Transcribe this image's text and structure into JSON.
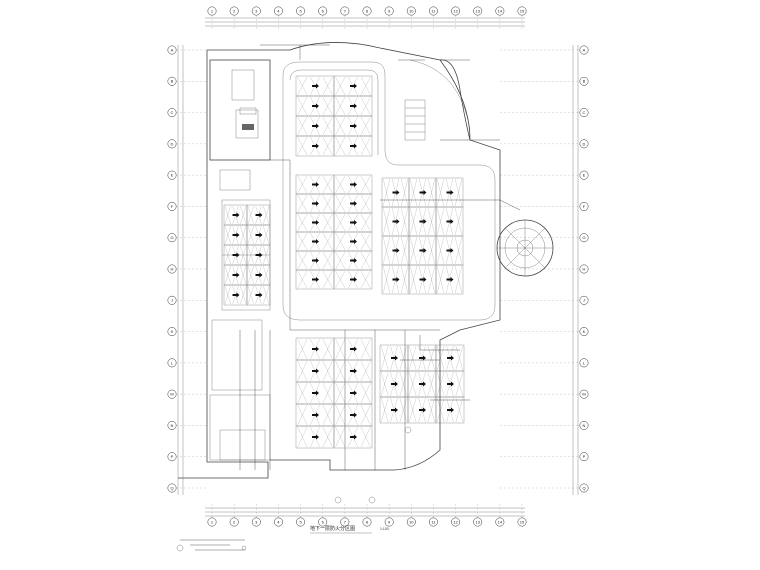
{
  "drawing": {
    "title": "地下一层防火分区图",
    "subtitle": "",
    "scale": "1:100",
    "note": ""
  },
  "axis_top": [
    "1",
    "2",
    "3",
    "4",
    "5",
    "6",
    "7",
    "8",
    "9",
    "10",
    "11",
    "12",
    "13",
    "14",
    "15"
  ],
  "axis_bottom": [
    "1",
    "2",
    "3",
    "4",
    "5",
    "6",
    "7",
    "8",
    "9",
    "10",
    "11",
    "12",
    "13",
    "14",
    "15"
  ],
  "axis_left": [
    "A",
    "B",
    "C",
    "D",
    "E",
    "F",
    "G",
    "H",
    "J",
    "K",
    "L",
    "M",
    "N",
    "P",
    "Q"
  ],
  "axis_right": [
    "A",
    "B",
    "C",
    "D",
    "E",
    "F",
    "G",
    "H",
    "J",
    "K",
    "L",
    "M",
    "N",
    "P",
    "Q"
  ],
  "colors": {
    "line": "#444444",
    "text": "#222222",
    "background": "#ffffff"
  }
}
